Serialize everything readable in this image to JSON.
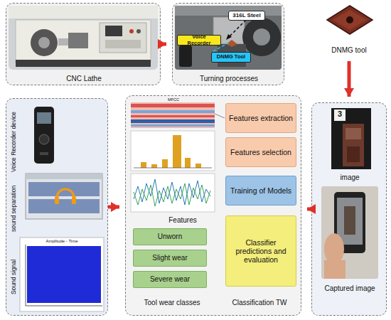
{
  "diagram": {
    "nodes": [
      {
        "text": [
          "CNC Lathe"
        ]
      },
      {
        "text": [
          "Turning processes"
        ]
      },
      {
        "text": [
          "316L Steel"
        ],
        "in": 1
      },
      {
        "text": [
          "Voice Recorder"
        ],
        "in": 1
      },
      {
        "text": [
          "DNMG Tool"
        ],
        "in": 1
      },
      {
        "text": [
          "DNMG tool"
        ]
      },
      {
        "text": [
          "Voice Recorder device",
          "sound separation",
          "Sound signal"
        ]
      },
      {
        "text": [
          "Features",
          "Tool wear classes",
          "Classification TW"
        ]
      },
      {
        "text": [
          "Features extraction"
        ],
        "in": 7
      },
      {
        "text": [
          "Features selection"
        ],
        "in": 7
      },
      {
        "text": [
          "Training of Models"
        ],
        "in": 7
      },
      {
        "text": [
          "Classifier predictions and evaluation"
        ],
        "in": 7
      },
      {
        "text": [
          "Unworn"
        ],
        "in": 7
      },
      {
        "text": [
          "Slight wear"
        ],
        "in": 7
      },
      {
        "text": [
          "Severe wear"
        ],
        "in": 7
      },
      {
        "text": [
          "image",
          "Captured image"
        ]
      }
    ],
    "edges": [
      {
        "from": 0,
        "to": 1,
        "arrow": "to"
      },
      {
        "from": 5,
        "to": 15,
        "arrow": "to"
      },
      {
        "from": 6,
        "to": 7,
        "arrow": "to"
      },
      {
        "from": 15,
        "to": 7,
        "arrow": "to"
      }
    ],
    "labels": [
      "3",
      "MFCC",
      "Amplitude - Time"
    ]
  }
}
